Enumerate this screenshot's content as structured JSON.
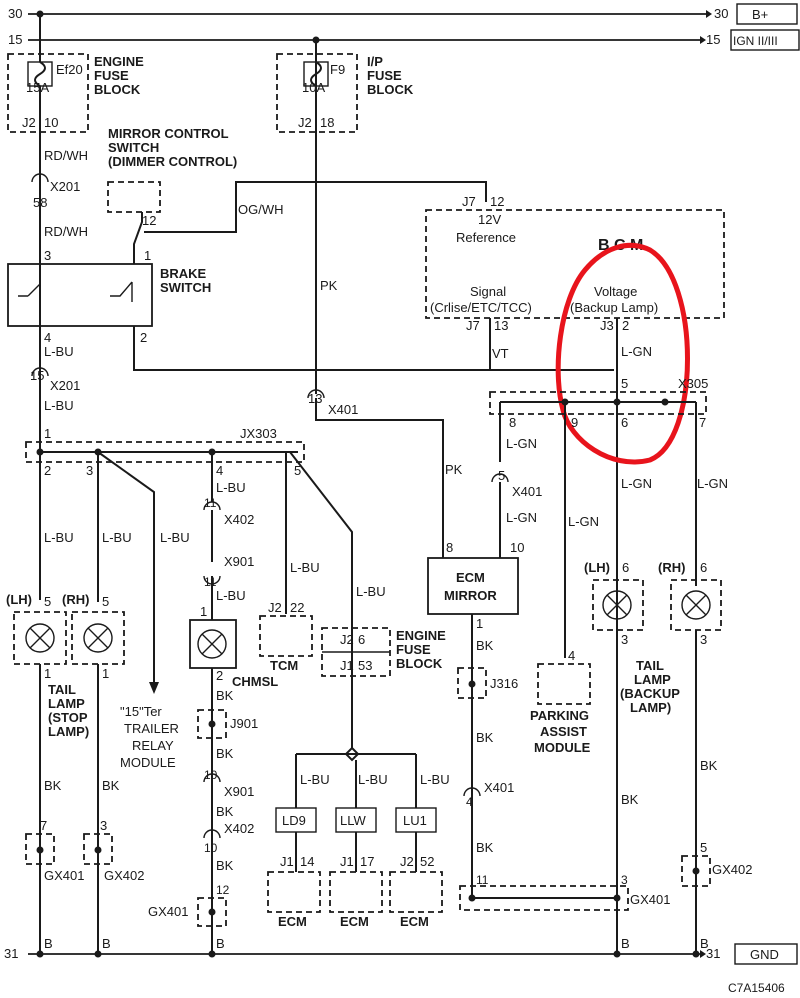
{
  "rails": {
    "b_plus": {
      "node": "30",
      "label": "B+"
    },
    "ign": {
      "node": "15",
      "label": "IGN II/III"
    },
    "gnd": {
      "node": "31",
      "label": "GND"
    }
  },
  "fuse_ef20": {
    "title": [
      "ENGINE",
      "FUSE",
      "BLOCK"
    ],
    "name": "Ef20",
    "amps": "15A",
    "conn": "J2",
    "pin": "10"
  },
  "fuse_f9": {
    "title": [
      "I/P",
      "FUSE",
      "BLOCK"
    ],
    "name": "F9",
    "amps": "10A",
    "conn": "J2",
    "pin": "18"
  },
  "mirror_switch": {
    "title": [
      "MIRROR CONTROL",
      "SWITCH",
      "(DIMMER CONTROL)"
    ],
    "pin": "12"
  },
  "brake_switch": {
    "title": [
      "BRAKE",
      "SWITCH"
    ],
    "pins": [
      "3",
      "1",
      "4",
      "2"
    ]
  },
  "bcm": {
    "title": "B C M",
    "ref_conn": "J7",
    "ref_pin": "12",
    "ref_text": [
      "12V",
      "Reference"
    ],
    "signal_text": [
      "Signal",
      "(Crlise/ETC/TCC)"
    ],
    "signal_conn": "J7",
    "signal_pin": "13",
    "voltage_text": [
      "Voltage",
      "(Backup Lamp)"
    ],
    "voltage_conn": "J3",
    "voltage_pin": "2"
  },
  "wires": {
    "rd_wh": "RD/WH",
    "og_wh": "OG/WH",
    "pk": "PK",
    "l_bu": "L-BU",
    "l_gn": "L-GN",
    "vt": "VT",
    "bk": "BK",
    "b": "B"
  },
  "connectors": {
    "x201": "X201",
    "x401": "X401",
    "x402": "X402",
    "x901": "X901",
    "x305": "X305",
    "jx303": "JX303",
    "j316": "J316",
    "j901": "J901",
    "gx401": "GX401",
    "gx402": "GX402"
  },
  "pins": {
    "x201_top": "58",
    "x201_bot": "15",
    "x401_pk": "13",
    "jx303": [
      "1",
      "2",
      "3",
      "4",
      "5"
    ],
    "x402_a": "11",
    "x901_a": "11",
    "chmsl": [
      "1",
      "2"
    ],
    "x901_b": "10",
    "x402_b": "10",
    "gx401_mid": "12",
    "x305": [
      "8",
      "9",
      "6",
      "5",
      "7"
    ],
    "x401_gn": "5",
    "ecm_mirror": [
      "8",
      "10",
      "1"
    ],
    "x401_bk": "4",
    "gx401_right": [
      "11",
      "3"
    ],
    "gx401_left": "7",
    "gx402_left": "3",
    "gx402_right": "5",
    "tail_lh": [
      "5",
      "1"
    ],
    "tail_rh": [
      "5",
      "1"
    ],
    "backup_lh": [
      "6",
      "3"
    ],
    "backup_rh": [
      "6",
      "3"
    ],
    "pam": "4"
  },
  "components": {
    "tail_lamp": [
      "TAIL",
      "LAMP",
      "(STOP",
      "LAMP)"
    ],
    "lh": "(LH)",
    "rh": "(RH)",
    "trailer": [
      "\"15\"Ter",
      "TRAILER",
      "RELAY",
      "MODULE"
    ],
    "tcm": {
      "name": "TCM",
      "conn": "J2",
      "pin": "22"
    },
    "chmsl": "CHMSL",
    "engine_fuse_block": {
      "title": [
        "ENGINE",
        "FUSE",
        "BLOCK"
      ],
      "rows": [
        {
          "conn": "J2",
          "pin": "6"
        },
        {
          "conn": "J1",
          "pin": "53"
        }
      ]
    },
    "ecm_mirror": [
      "ECM",
      "MIRROR"
    ],
    "pam": [
      "PARKING",
      "ASSIST",
      "MODULE"
    ],
    "tail_backup": [
      "TAIL",
      "LAMP",
      "(BACKUP",
      "LAMP)"
    ],
    "ecm_splices": [
      {
        "id": "LD9",
        "conn": "J1",
        "pin": "14",
        "name": "ECM"
      },
      {
        "id": "LLW",
        "conn": "J1",
        "pin": "17",
        "name": "ECM"
      },
      {
        "id": "LU1",
        "conn": "J2",
        "pin": "52",
        "name": "ECM"
      }
    ]
  },
  "diagram_code": "C7A15406",
  "highlight_color": "#e8141c"
}
